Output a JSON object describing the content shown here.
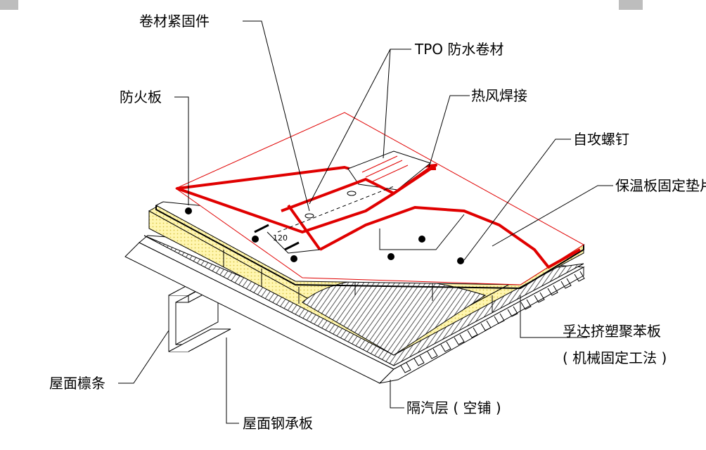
{
  "labels": {
    "fastener": "卷材紧固件",
    "tpo": "TPO 防水卷材",
    "fireboard": "防火板",
    "hotair": "热风焊接",
    "screw": "自攻螺钉",
    "washer": "保温板固定垫片",
    "xps_line1": "孚达挤塑聚苯板",
    "xps_line2": "( 机械固定工法 )",
    "purlin": "屋面檩条",
    "deck": "屋面钢承板",
    "vapor": "隔汽层 ( 空铺 )"
  },
  "dimension": "120",
  "colors": {
    "membrane_edge": "#e00000",
    "insulation": "#fff6b0",
    "line": "#000000"
  }
}
